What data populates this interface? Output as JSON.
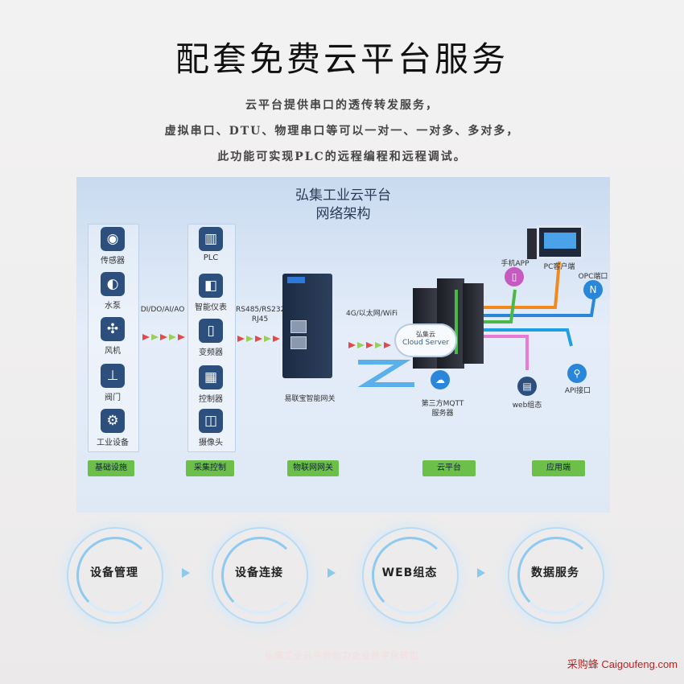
{
  "title": "配套免费云平台服务",
  "description": [
    "云平台提供串口的透传转发服务，",
    "虚拟串口、DTU、物理串口等可以一对一、一对多、多对多，",
    "此功能可实现PLC的远程编程和远程调试。"
  ],
  "diagram": {
    "title_line1": "弘集工业云平台",
    "title_line2": "网络架构",
    "infrastructure": [
      {
        "label": "传感器",
        "icon": "sensor-icon"
      },
      {
        "label": "水泵",
        "icon": "pump-icon"
      },
      {
        "label": "风机",
        "icon": "fan-icon"
      },
      {
        "label": "阀门",
        "icon": "valve-icon"
      },
      {
        "label": "工业设备",
        "icon": "robot-arm-icon"
      }
    ],
    "acquisition": [
      {
        "label": "PLC",
        "icon": "plc-icon"
      },
      {
        "label": "智能仪表",
        "icon": "meter-icon"
      },
      {
        "label": "变频器",
        "icon": "inverter-icon"
      },
      {
        "label": "控制器",
        "icon": "controller-icon"
      },
      {
        "label": "摄像头",
        "icon": "camera-icon"
      }
    ],
    "link_labels": {
      "io": "DI/DO/AI/AO",
      "serial_line1": "RS485/RS232",
      "serial_line2": "RJ45",
      "network": "4G/以太网/WiFi"
    },
    "gateway_label": "易联宝智能网关",
    "cloud_line1": "弘集云",
    "cloud_line2": "Cloud Server",
    "mqtt_line1": "第三方MQTT",
    "mqtt_line2": "服务器",
    "apps": {
      "mobile": "手机APP",
      "pc": "PC客户端",
      "opc": "OPC端口",
      "web": "web组态",
      "api": "API接口"
    },
    "tags": [
      "基础设施",
      "采集控制",
      "物联网网关",
      "云平台",
      "应用端"
    ]
  },
  "services": [
    "设备管理",
    "设备连接",
    "WEB组态",
    "数据服务"
  ],
  "footer_faint": "弘集工业云平台助力企业数字化转型",
  "watermark": "采购蜂 Caigoufeng.com",
  "colors": {
    "tag_green": "#6cc04a",
    "arrow_red": "#e24a4a",
    "line_orange": "#f08a1c",
    "line_blue": "#2a86d8",
    "line_green": "#4cb848",
    "line_pink": "#e87ad8"
  }
}
